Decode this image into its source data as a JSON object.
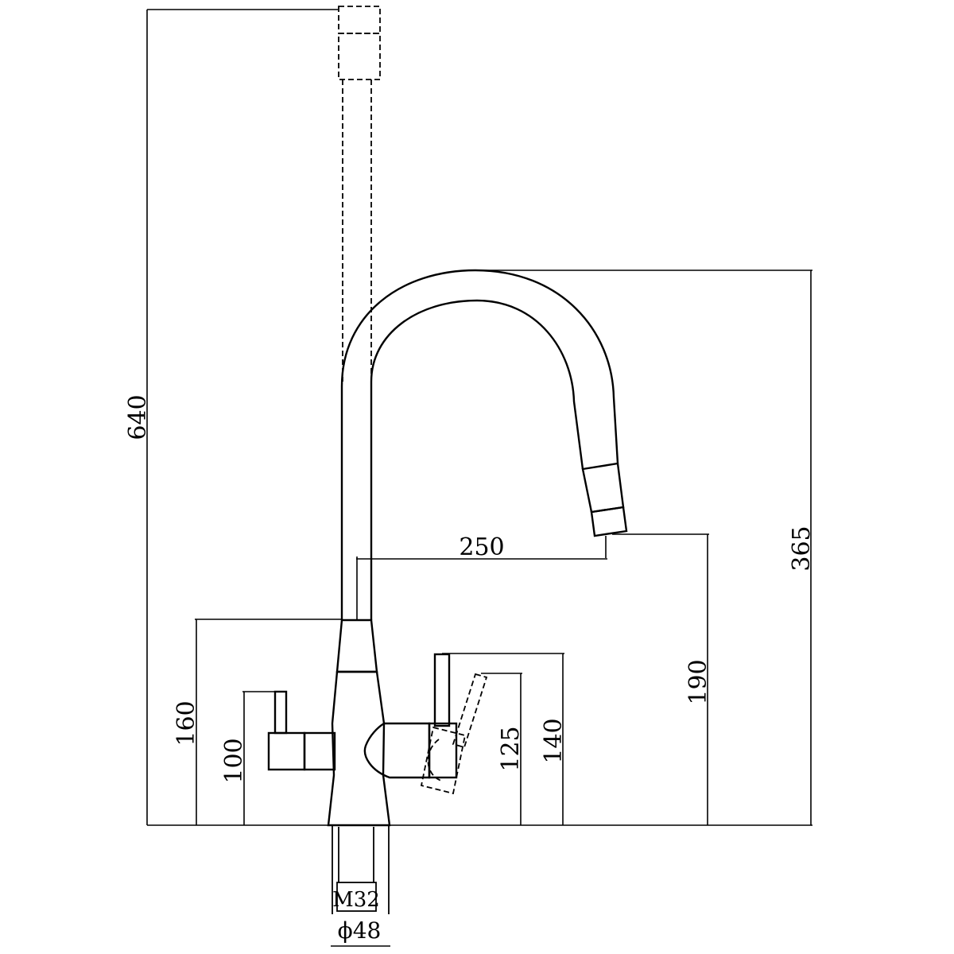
{
  "dimensions": {
    "total_height": "640",
    "spout_height": "365",
    "spout_reach": "250",
    "outlet_height": "190",
    "body_height": "160",
    "left_handle_height": "100",
    "right_handle_tilted_height": "125",
    "right_handle_height": "140",
    "thread": "M32",
    "base_diameter": "ϕ48"
  }
}
